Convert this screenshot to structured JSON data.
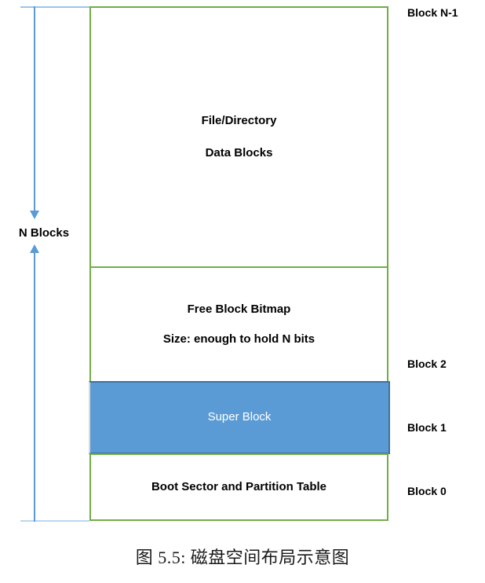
{
  "figure": {
    "caption": "图 5.5: 磁盘空间布局示意图",
    "colors": {
      "block_border_green": "#70AD47",
      "super_block_fill": "#5B9BD5",
      "super_block_border": "#41719C",
      "arrow_blue": "#5B9BD5",
      "span_line_blue": "#9DC3E6",
      "text_black": "#000000",
      "super_block_text": "#FFFFFF",
      "background": "#FFFFFF"
    }
  },
  "span": {
    "label": "N Blocks",
    "arrow_icon_top": "arrow-down-icon",
    "arrow_icon_bottom": "arrow-up-icon"
  },
  "blocks": [
    {
      "id": "data-blocks",
      "lines": [
        "File/Directory",
        "Data Blocks"
      ],
      "side_label": "Block N-1",
      "filled": false
    },
    {
      "id": "free-block-bitmap",
      "lines": [
        "Free Block Bitmap",
        "Size: enough to hold N bits"
      ],
      "side_label": "Block 2",
      "filled": false
    },
    {
      "id": "super-block",
      "lines": [
        "Super Block"
      ],
      "side_label": "Block 1",
      "filled": true
    },
    {
      "id": "boot-sector",
      "lines": [
        "Boot Sector and Partition Table"
      ],
      "side_label": "Block 0",
      "filled": false
    }
  ]
}
